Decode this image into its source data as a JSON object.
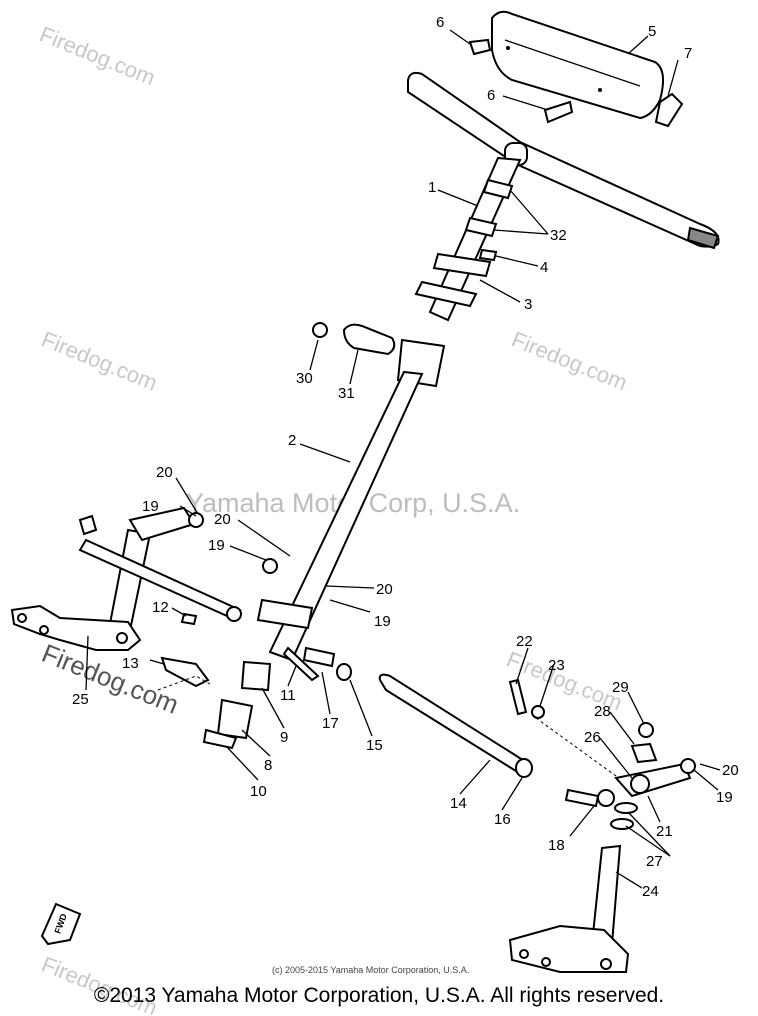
{
  "watermarks": {
    "site": "Firedog.com",
    "center": "Yamaha Motor Corp, U.S.A."
  },
  "copyright_small": "(c) 2005-2015 Yamaha Motor Corporation, U.S.A.",
  "copyright_footer": "©2013 Yamaha Motor Corporation, U.S.A. All rights reserved.",
  "fwd_label": "FWD",
  "callouts": {
    "c1": "1",
    "c2": "2",
    "c3": "3",
    "c4": "4",
    "c5": "5",
    "c6a": "6",
    "c6b": "6",
    "c7": "7",
    "c8": "8",
    "c9": "9",
    "c10": "10",
    "c11": "11",
    "c12": "12",
    "c13": "13",
    "c14": "14",
    "c15": "15",
    "c16": "16",
    "c17": "17",
    "c18": "18",
    "c19a": "19",
    "c19b": "19",
    "c19c": "19",
    "c19d": "19",
    "c20a": "20",
    "c20b": "20",
    "c20c": "20",
    "c20d": "20",
    "c21": "21",
    "c22": "22",
    "c23": "23",
    "c24": "24",
    "c25": "25",
    "c26": "26",
    "c27": "27",
    "c28": "28",
    "c29": "29",
    "c30": "30",
    "c31": "31",
    "c32": "32"
  }
}
